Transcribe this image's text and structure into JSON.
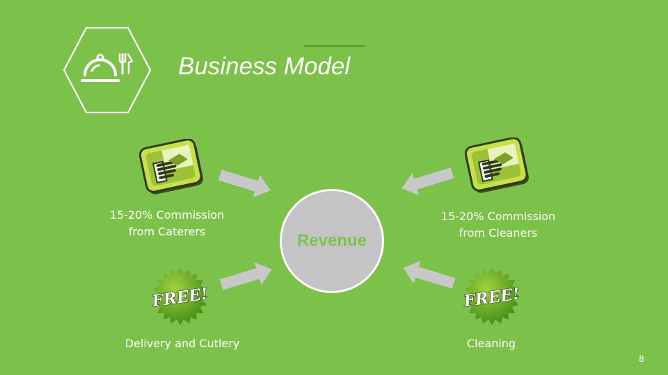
{
  "slide": {
    "title": "Business Model",
    "page_number": "8"
  },
  "center": {
    "label": "Revenue"
  },
  "left": {
    "top_label_line1": "15-20%  Commission",
    "top_label_line2": "from Caterers",
    "bottom_label": "Delivery and Cutlery",
    "badge_text": "FREE!"
  },
  "right": {
    "top_label_line1": "15-20% Commission",
    "top_label_line2": "from Cleaners",
    "bottom_label": "Cleaning",
    "badge_text": "FREE!"
  },
  "icons": {
    "logo": "serving-cloche-cutlery-icon",
    "handshake": "handshake-icon",
    "free_badge": "free-badge-icon",
    "arrow": "arrow-icon"
  },
  "colors": {
    "background": "#7cc14a",
    "circle": "#c4c4c6",
    "arrow": "#c8c8c8",
    "badge_green": "#5a9e22"
  }
}
